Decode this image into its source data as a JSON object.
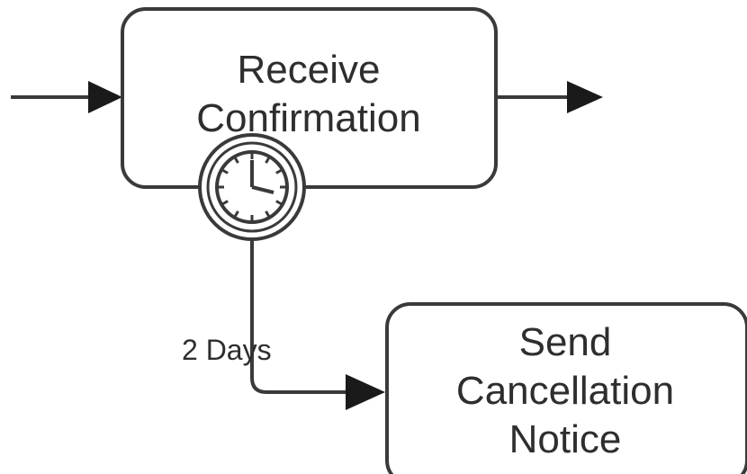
{
  "diagram": {
    "type": "bpmn-process-fragment",
    "tasks": [
      {
        "id": "receive",
        "lines": [
          "Receive",
          "Confirmation"
        ]
      },
      {
        "id": "cancel",
        "lines": [
          "Send",
          "Cancellation",
          "Notice"
        ]
      }
    ],
    "timer_event": {
      "attached_to": "receive",
      "icon": "clock-icon"
    },
    "edges": [
      {
        "from": "start",
        "to": "receive",
        "label": ""
      },
      {
        "from": "receive",
        "to": "end",
        "label": ""
      },
      {
        "from": "timer",
        "to": "cancel",
        "label": "2 Days"
      }
    ],
    "colors": {
      "stroke": "#3a3a3a",
      "text": "#2e2e2e",
      "background": "#ffffff"
    }
  }
}
